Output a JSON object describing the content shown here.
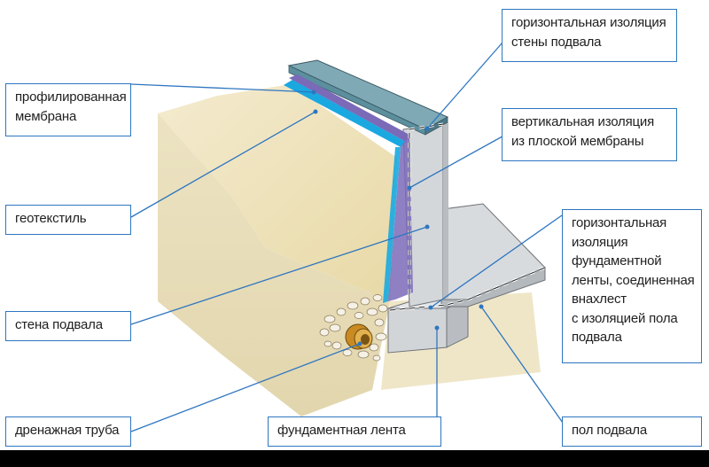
{
  "labels": {
    "horizontal_wall_insulation": [
      "горизонтальная изоляция",
      "стены подвала"
    ],
    "vertical_insulation": [
      "вертикальная изоляция",
      "из плоской мембраны"
    ],
    "profiled_membrane": [
      "профилированная",
      "мембрана"
    ],
    "geotextile": [
      "геотекстиль"
    ],
    "basement_wall": [
      "стена подвала"
    ],
    "footing_insulation": [
      "горизонтальная",
      "изоляция",
      "фундаментной",
      "ленты, соединенная",
      "внахлест",
      "с изоляцией пола",
      "подвала"
    ],
    "drainage_pipe": [
      "дренажная труба"
    ],
    "strip_foundation": [
      "фундаментная лента"
    ],
    "basement_floor": [
      "пол подвала"
    ]
  },
  "colors": {
    "leader": "#2e76c0",
    "box_border": "#2e76c0",
    "concrete": "#d6d9dc",
    "soil_light": "#f1e6c6",
    "soil_front": "#e7dcb6",
    "membrane_top": "#5b8f9e",
    "membrane_blue": "#1aa8e0",
    "membrane_purple": "#7a6ab8",
    "drain_pipe": "#d9a23a"
  }
}
